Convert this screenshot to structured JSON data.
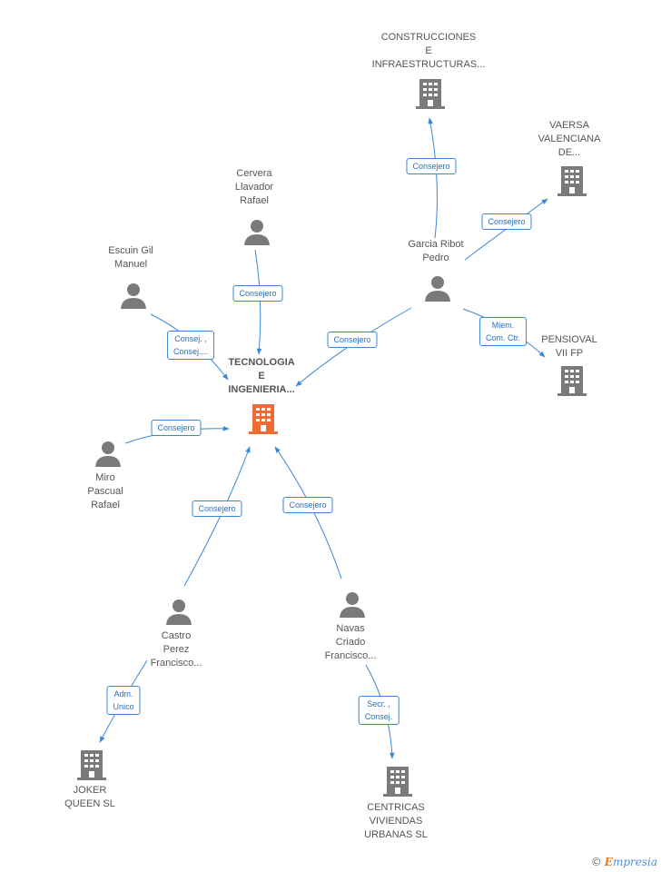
{
  "nodes": {
    "center": {
      "lines": [
        "TECNOLOGIA",
        "E",
        "INGENIERIA..."
      ],
      "type": "company-main"
    },
    "construcciones": {
      "lines": [
        "CONSTRUCCIONES",
        "E",
        "INFRAESTRUCTURAS..."
      ],
      "type": "company"
    },
    "vaersa": {
      "lines": [
        "VAERSA",
        "VALENCIANA",
        "DE..."
      ],
      "type": "company"
    },
    "pensioval": {
      "lines": [
        "PENSIOVAL",
        "VII FP"
      ],
      "type": "company"
    },
    "joker": {
      "lines": [
        "JOKER",
        "QUEEN SL"
      ],
      "type": "company"
    },
    "centricas": {
      "lines": [
        "CENTRICAS",
        "VIVIENDAS",
        "URBANAS SL"
      ],
      "type": "company"
    },
    "cervera": {
      "lines": [
        "Cervera",
        "Llavador",
        "Rafael"
      ],
      "type": "person"
    },
    "escuin": {
      "lines": [
        "Escuin Gil",
        "Manuel"
      ],
      "type": "person"
    },
    "garcia": {
      "lines": [
        "Garcia Ribot",
        "Pedro"
      ],
      "type": "person"
    },
    "miro": {
      "lines": [
        "Miro",
        "Pascual",
        "Rafael"
      ],
      "type": "person"
    },
    "castro": {
      "lines": [
        "Castro",
        "Perez",
        "Francisco..."
      ],
      "type": "person"
    },
    "navas": {
      "lines": [
        "Navas",
        "Criado",
        "Francisco..."
      ],
      "type": "person"
    }
  },
  "edges": [
    {
      "id": "e1",
      "lines": [
        "Consejero"
      ]
    },
    {
      "id": "e2",
      "lines": [
        "Consej. ,",
        "Consej...."
      ]
    },
    {
      "id": "e3",
      "lines": [
        "Consejero"
      ]
    },
    {
      "id": "e4",
      "lines": [
        "Consejero"
      ]
    },
    {
      "id": "e5",
      "lines": [
        "Consejero"
      ]
    },
    {
      "id": "e6",
      "lines": [
        "Consejero"
      ]
    },
    {
      "id": "e7",
      "lines": [
        "Miem.",
        "Com. Ctr."
      ]
    },
    {
      "id": "e8",
      "lines": [
        "Consejero"
      ]
    },
    {
      "id": "e9",
      "lines": [
        "Consejero"
      ]
    },
    {
      "id": "e10",
      "lines": [
        "Adm.",
        "Unico"
      ]
    },
    {
      "id": "e11",
      "lines": [
        "Secr. ,",
        "Consej."
      ]
    }
  ],
  "brand": {
    "copyright": "©",
    "initial": "E",
    "rest": "mpresia"
  },
  "colors": {
    "edge": "#3a87d9",
    "icon": "#7a7a7a",
    "main": "#f06a35"
  }
}
